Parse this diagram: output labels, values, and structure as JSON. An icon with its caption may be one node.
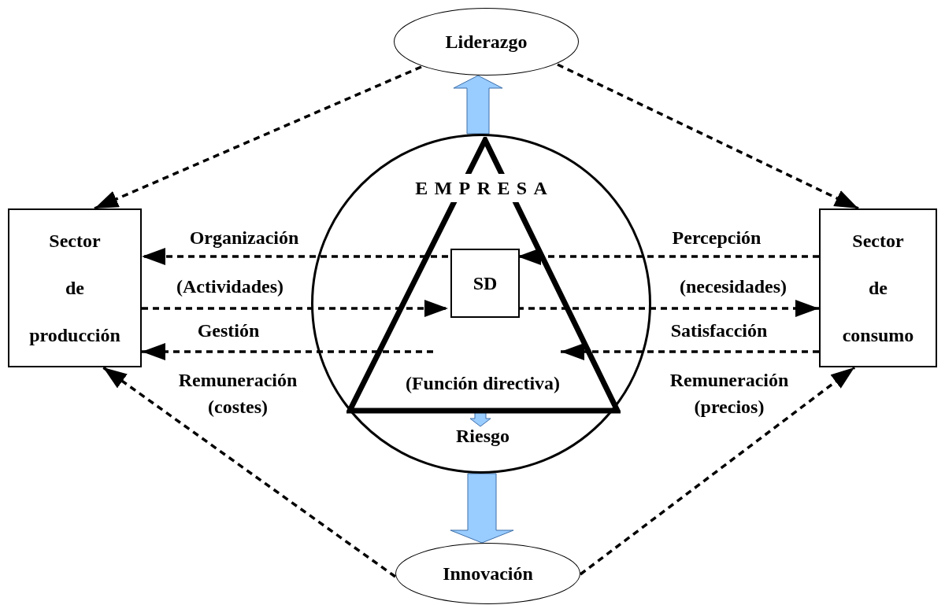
{
  "diagram": {
    "nodes": [
      {
        "text": [
          "Liderazgo"
        ]
      },
      {
        "text": [
          "Sector de producción"
        ]
      },
      {
        "text": [
          "EMPRESA"
        ]
      },
      {
        "text": [
          "(Función directiva)"
        ],
        "in": 2
      },
      {
        "text": [
          "SD"
        ],
        "in": 2
      },
      {
        "text": [
          "Riesgo"
        ],
        "in": 2
      },
      {
        "text": [
          "Sector de consumo"
        ]
      },
      {
        "text": [
          "Innovación"
        ]
      }
    ],
    "edges": [
      {
        "from": 0,
        "to": 1,
        "arrow": "to",
        "style": "dashed"
      },
      {
        "from": 0,
        "to": 6,
        "arrow": "to",
        "style": "dashed"
      },
      {
        "from": 2,
        "to": 0,
        "arrow": "to",
        "style": "thick",
        "color": "#99ccff"
      },
      {
        "from": 6,
        "to": 4,
        "arrow": "to",
        "style": "dashed"
      },
      {
        "from": 4,
        "to": 1,
        "arrow": "to",
        "style": "dashed"
      },
      {
        "from": 1,
        "to": 4,
        "arrow": "to",
        "style": "dashed"
      },
      {
        "from": 4,
        "to": 6,
        "arrow": "to",
        "style": "dashed"
      },
      {
        "from": 6,
        "to": 3,
        "arrow": "to",
        "style": "dashed"
      },
      {
        "from": null,
        "to": 1,
        "arrow": "to",
        "style": "dashed"
      },
      {
        "from": null,
        "to": 5,
        "arrow": "to",
        "style": "thick",
        "color": "#99ccff"
      },
      {
        "from": 2,
        "to": 7,
        "arrow": "to",
        "style": "thick",
        "color": "#99ccff"
      },
      {
        "from": 7,
        "to": 1,
        "arrow": "to",
        "style": "dashed"
      },
      {
        "from": 7,
        "to": 6,
        "arrow": "to",
        "style": "dashed"
      }
    ],
    "labels": [
      "Organización",
      "Percepción",
      "(Actividades)",
      "(necesidades)",
      "Gestión",
      "Satisfacción",
      "Remuneración (costes)",
      "Remuneración (precios)"
    ]
  }
}
